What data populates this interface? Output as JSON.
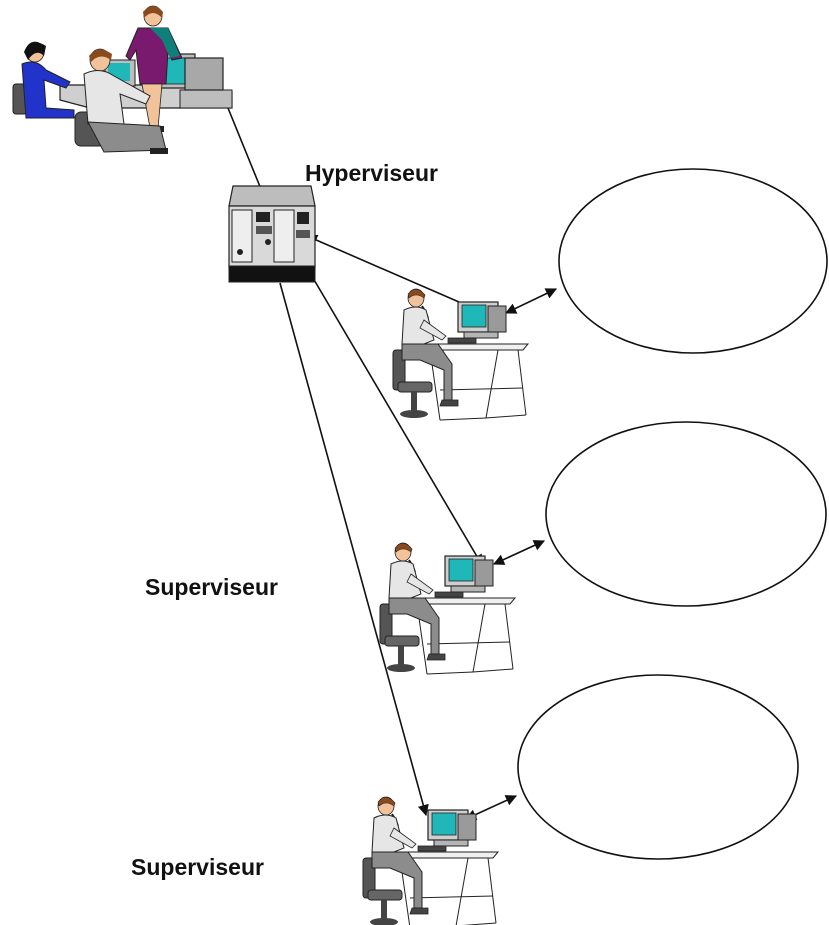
{
  "labels": {
    "hyperviseur": "Hyperviseur",
    "superviseur_1": "Superviseur",
    "superviseur_2": "Superviseur"
  },
  "colors": {
    "line": "#111111",
    "screen": "#1fb7b7",
    "shirt": "#e6e6e6",
    "trousers": "#8c8c8c",
    "hair": "#8a4a1f",
    "skin": "#f2c39a",
    "chair": "#555555",
    "operator_blue": "#2233cc",
    "operator_purple": "#7a1a6e",
    "operator_teal": "#0f7f79"
  },
  "icons": {
    "control_room": "operators-at-console-icon",
    "server": "hypervisor-server-icon",
    "workstation": "supervisor-workstation-icon",
    "zone": "supervised-zone-ellipse"
  }
}
